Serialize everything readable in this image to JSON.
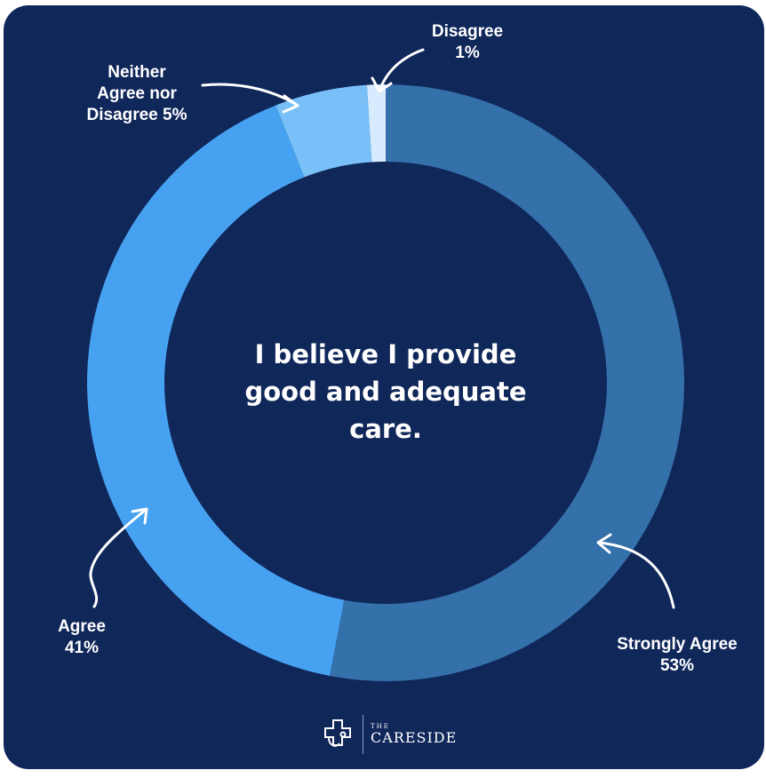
{
  "chart_data": {
    "type": "pie",
    "title": "I believe I provide good and adequate care.",
    "categories": [
      "Strongly Agree",
      "Agree",
      "Neither Agree nor Disagree",
      "Disagree"
    ],
    "values": [
      53,
      41,
      5,
      1
    ],
    "colors": [
      "#3470a9",
      "#46a1f1",
      "#78c0f7",
      "#d6ebfd"
    ],
    "labels": {
      "disagree": {
        "line1": "Disagree",
        "line2": "1%"
      },
      "neither": {
        "line1": "Neither",
        "line2": "Agree nor",
        "line3": "Disagree 5%"
      },
      "agree": {
        "line1": "Agree",
        "line2": "41%"
      },
      "strongly_agree": {
        "line1": "Strongly Agree",
        "line2": "53%"
      }
    }
  },
  "brand": {
    "the": "THE",
    "name": "CARESIDE",
    "icon": "stethoscope-cross-icon"
  },
  "background_color": "#10275a"
}
